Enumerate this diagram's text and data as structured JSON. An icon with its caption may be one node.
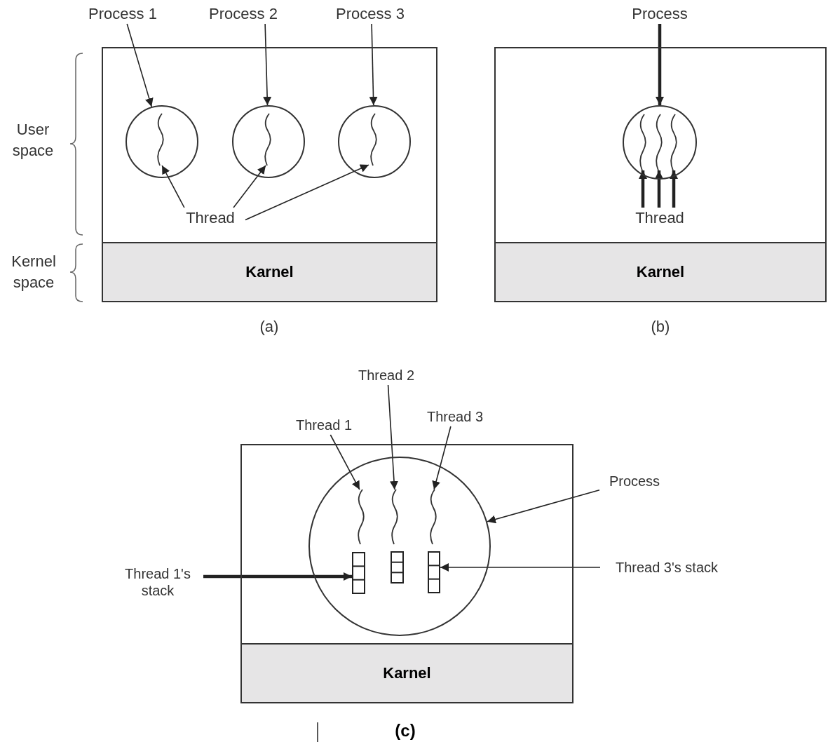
{
  "diagram": {
    "nodes": [
      {
        "text": [
          "Process 1"
        ]
      },
      {
        "text": [
          "Process 2"
        ]
      },
      {
        "text": [
          "Process 3"
        ]
      },
      {
        "text": [],
        "shape": "box"
      },
      {
        "text": [],
        "shape": "circle",
        "in": 3
      },
      {
        "text": [],
        "shape": "wave",
        "in": 4
      },
      {
        "text": [],
        "shape": "circle",
        "in": 3
      },
      {
        "text": [],
        "shape": "wave",
        "in": 6
      },
      {
        "text": [],
        "shape": "circle",
        "in": 3
      },
      {
        "text": [],
        "shape": "wave",
        "in": 8
      },
      {
        "text": [
          "Thread"
        ],
        "in": 3
      },
      {
        "text": [
          "Karnel"
        ],
        "in": 3
      },
      {
        "text": [
          "Process"
        ]
      },
      {
        "text": [],
        "shape": "box"
      },
      {
        "text": [],
        "shape": "circle",
        "in": 13
      },
      {
        "text": [],
        "shape": "wave",
        "in": 14
      },
      {
        "text": [],
        "shape": "wave",
        "in": 14
      },
      {
        "text": [],
        "shape": "wave",
        "in": 14
      },
      {
        "text": [
          "Thread"
        ],
        "in": 13
      },
      {
        "text": [
          "Karnel"
        ],
        "in": 13
      },
      {
        "text": [
          "Thread 1"
        ]
      },
      {
        "text": [
          "Thread 2"
        ]
      },
      {
        "text": [
          "Thread 3"
        ]
      },
      {
        "text": [
          "Process"
        ]
      },
      {
        "text": [],
        "shape": "box"
      },
      {
        "text": [],
        "shape": "circle",
        "in": 24
      },
      {
        "text": [],
        "shape": "wave",
        "in": 25
      },
      {
        "text": [],
        "shape": "wave",
        "in": 25
      },
      {
        "text": [],
        "shape": "wave",
        "in": 25
      },
      {
        "text": [],
        "shape": "stack",
        "in": 25
      },
      {
        "text": [],
        "shape": "stack",
        "in": 25
      },
      {
        "text": [],
        "shape": "stack",
        "in": 25
      },
      {
        "text": [
          "Thread 1's stack"
        ]
      },
      {
        "text": [
          "Thread 3's stack"
        ]
      },
      {
        "text": [
          "Karnel"
        ],
        "in": 24
      }
    ],
    "edges": [
      {
        "from": 0,
        "to": 4,
        "arrow": "to"
      },
      {
        "from": 1,
        "to": 6,
        "arrow": "to"
      },
      {
        "from": 2,
        "to": 8,
        "arrow": "to"
      },
      {
        "from": 10,
        "to": 5,
        "arrow": "to"
      },
      {
        "from": 10,
        "to": 7,
        "arrow": "to"
      },
      {
        "from": 10,
        "to": 9,
        "arrow": "to"
      },
      {
        "from": 12,
        "to": 14,
        "arrow": "to",
        "style": "thick"
      },
      {
        "from": 18,
        "to": 15,
        "arrow": "to",
        "style": "thick"
      },
      {
        "from": 18,
        "to": 16,
        "arrow": "to",
        "style": "thick"
      },
      {
        "from": 18,
        "to": 17,
        "arrow": "to",
        "style": "thick"
      },
      {
        "from": 20,
        "to": 26,
        "arrow": "to"
      },
      {
        "from": 21,
        "to": 27,
        "arrow": "to"
      },
      {
        "from": 22,
        "to": 28,
        "arrow": "to"
      },
      {
        "from": 23,
        "to": 25,
        "arrow": "to"
      },
      {
        "from": 32,
        "to": 29,
        "arrow": "to",
        "style": "thick"
      },
      {
        "from": 33,
        "to": 31,
        "arrow": "to"
      }
    ],
    "labels": [
      "User space",
      "Kernel space",
      "(a)",
      "(b)",
      "(c)"
    ]
  }
}
